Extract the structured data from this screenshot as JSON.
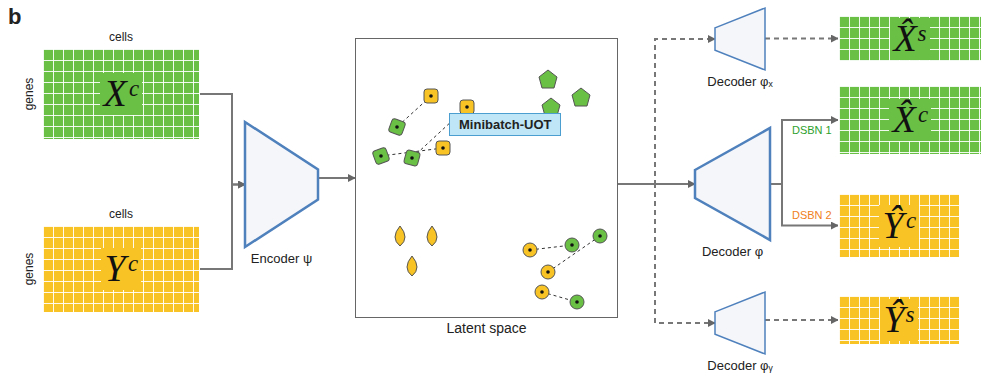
{
  "diagram": {
    "nodes": [
      {
        "text": [
          "cells",
          "genes",
          "Xᶜ"
        ]
      },
      {
        "text": [
          "cells",
          "genes",
          "Yᶜ"
        ]
      },
      {
        "text": [
          "Encoder ψ"
        ]
      },
      {
        "text": [
          "Latent space"
        ]
      },
      {
        "text": [
          "Minibatch-UOT"
        ],
        "in": 3
      },
      {
        "text": [
          "Decoder φₓ"
        ]
      },
      {
        "text": [
          "Decoder φ"
        ]
      },
      {
        "text": [
          "Decoder φᵧ"
        ]
      },
      {
        "text": [
          "X̂ˢ"
        ]
      },
      {
        "text": [
          "X̂ᶜ"
        ]
      },
      {
        "text": [
          "Ŷᶜ"
        ]
      },
      {
        "text": [
          "Ŷˢ"
        ]
      }
    ],
    "edges": [
      {
        "from": 0,
        "to": 2,
        "arrow": "to"
      },
      {
        "from": 1,
        "to": 2,
        "arrow": "to"
      },
      {
        "from": 2,
        "to": 3,
        "arrow": "to"
      },
      {
        "from": 3,
        "to": 6,
        "arrow": "to"
      },
      {
        "from": 3,
        "to": 5,
        "arrow": "to"
      },
      {
        "from": 3,
        "to": 7,
        "arrow": "to"
      },
      {
        "from": 5,
        "to": 8,
        "arrow": "to"
      },
      {
        "from": 6,
        "to": 9,
        "label": "DSBN 1",
        "arrow": "to"
      },
      {
        "from": 6,
        "to": 10,
        "label": "DSBN 2",
        "arrow": "to"
      },
      {
        "from": 7,
        "to": 11,
        "arrow": "to"
      }
    ],
    "labels": [
      "b"
    ]
  }
}
